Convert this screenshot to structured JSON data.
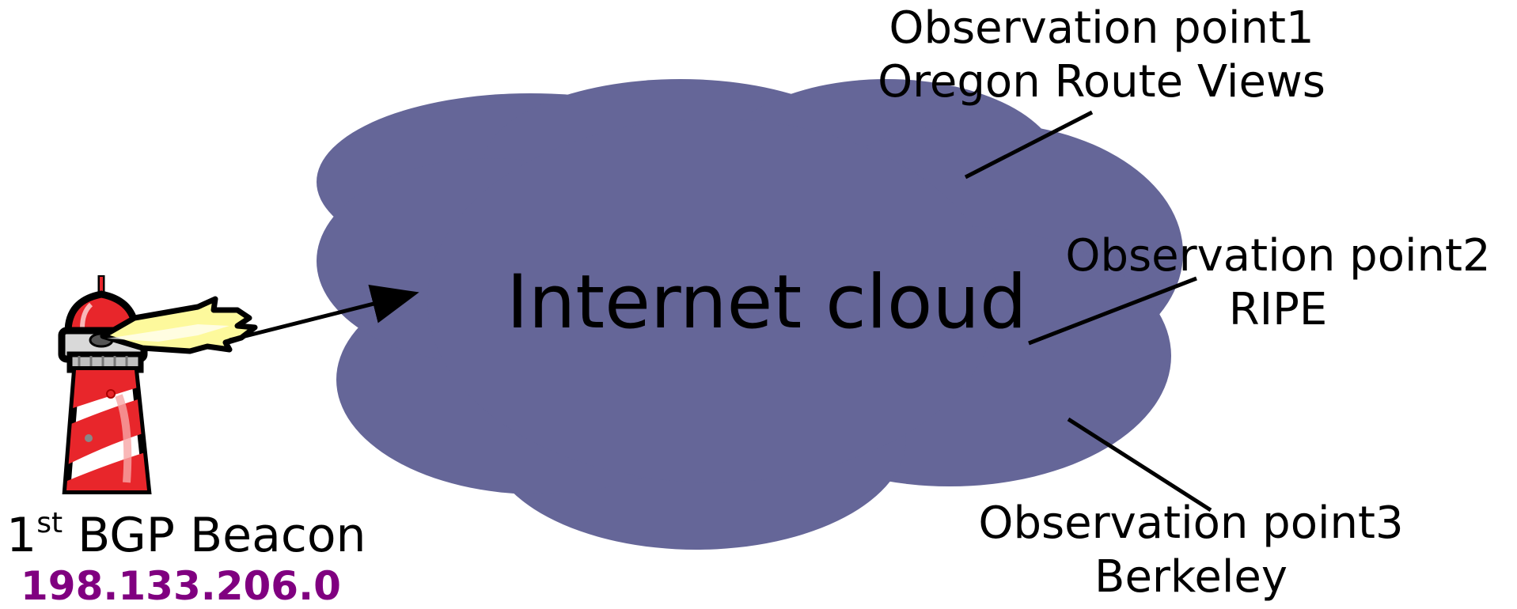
{
  "colors": {
    "cloud": "#656698",
    "ip_text": "#800080",
    "lighthouse_red": "#e8262b",
    "beam": "#fdf99c"
  },
  "cloud": {
    "label": "Internet cloud"
  },
  "beacon": {
    "title_prefix": "1",
    "title_sup": "st",
    "title_rest": "BGP Beacon",
    "ip": "198.133.206.0",
    "icon": "lighthouse-icon"
  },
  "observation_points": [
    {
      "line1": "Observation point1",
      "line2": "Oregon Route Views"
    },
    {
      "line1": "Observation point2",
      "line2": "RIPE"
    },
    {
      "line1": "Observation point3",
      "line2": "Berkeley"
    }
  ]
}
